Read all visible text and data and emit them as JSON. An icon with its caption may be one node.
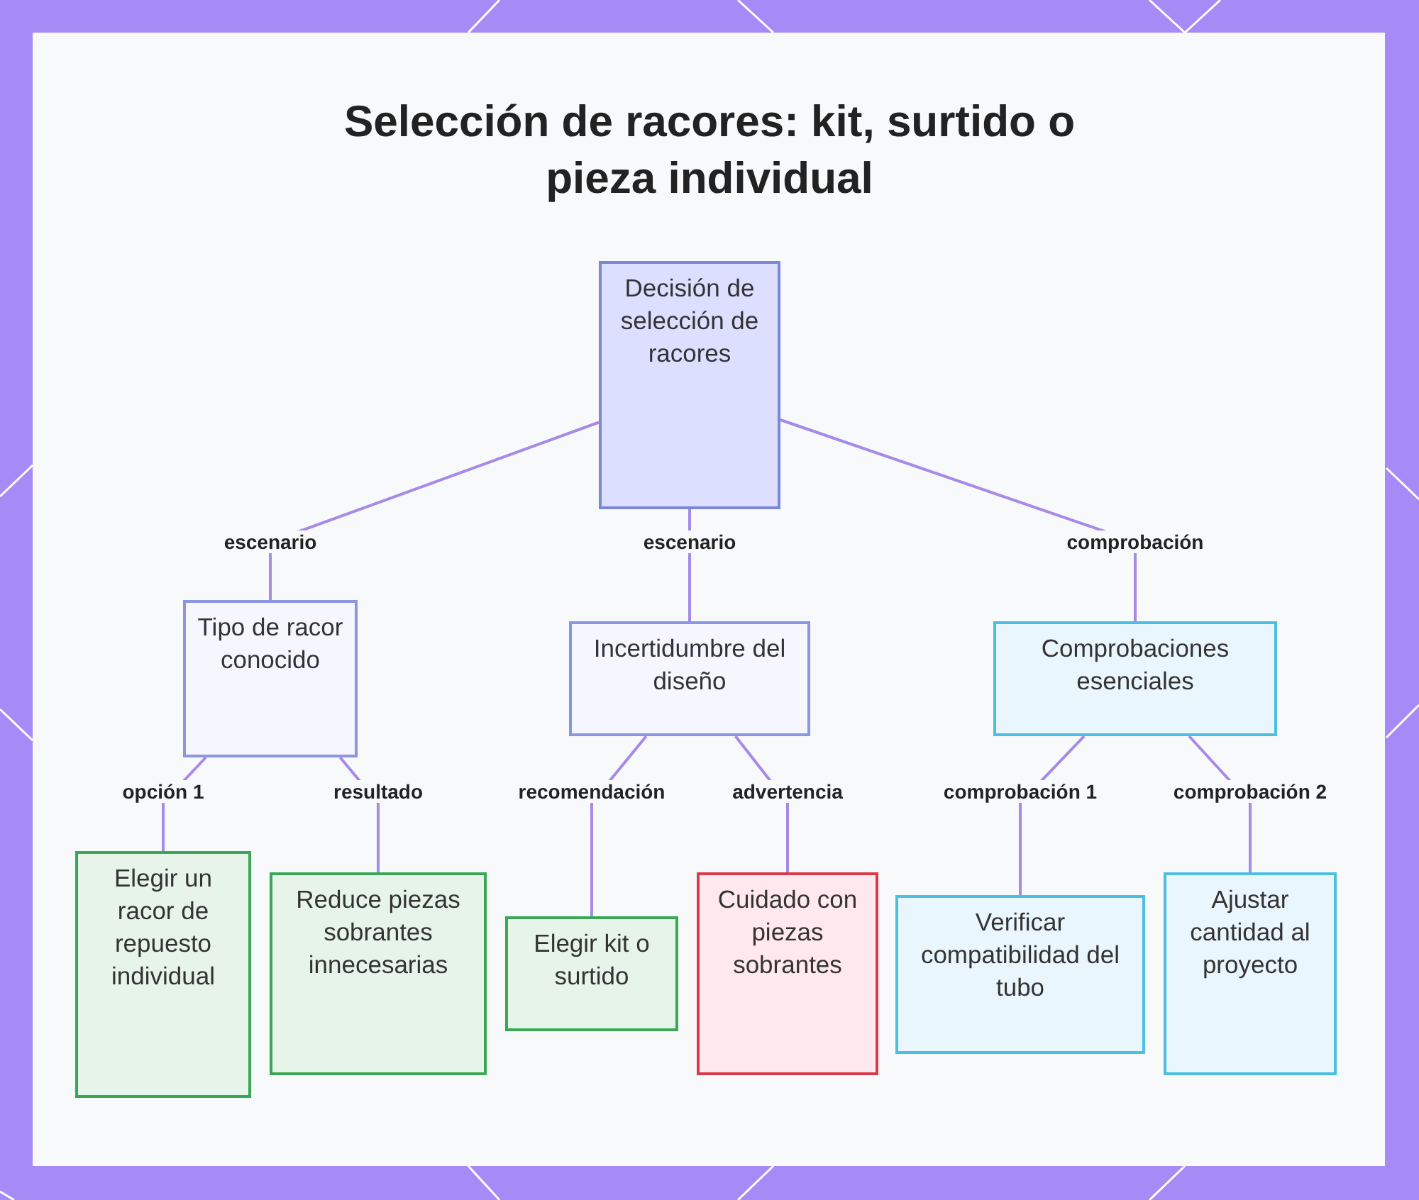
{
  "diagram": {
    "title": "Selección de racores: kit, surtido o pieza individual",
    "nodes": [
      {
        "text": [
          "Decisión de selección de racores"
        ]
      },
      {
        "text": [
          "Tipo de racor conocido"
        ]
      },
      {
        "text": [
          "Incertidumbre del diseño"
        ]
      },
      {
        "text": [
          "Comprobaciones esenciales"
        ]
      },
      {
        "text": [
          "Elegir un racor de repuesto individual"
        ]
      },
      {
        "text": [
          "Reduce piezas sobrantes innecesarias"
        ]
      },
      {
        "text": [
          "Elegir kit o surtido"
        ]
      },
      {
        "text": [
          "Cuidado con piezas sobrantes"
        ]
      },
      {
        "text": [
          "Verificar compatibilidad del tubo"
        ]
      },
      {
        "text": [
          "Ajustar cantidad al proyecto"
        ]
      }
    ],
    "edges": [
      {
        "from": 0,
        "to": 1,
        "arrow": "none",
        "label": "escenario"
      },
      {
        "from": 0,
        "to": 2,
        "arrow": "none",
        "label": "escenario"
      },
      {
        "from": 0,
        "to": 3,
        "arrow": "none",
        "label": "comprobación"
      },
      {
        "from": 1,
        "to": 4,
        "arrow": "none",
        "label": "opción 1"
      },
      {
        "from": 1,
        "to": 5,
        "arrow": "none",
        "label": "resultado"
      },
      {
        "from": 2,
        "to": 6,
        "arrow": "none",
        "label": "recomendación"
      },
      {
        "from": 2,
        "to": 7,
        "arrow": "none",
        "label": "advertencia"
      },
      {
        "from": 3,
        "to": 8,
        "arrow": "none",
        "label": "comprobación 1"
      },
      {
        "from": 3,
        "to": 9,
        "arrow": "none",
        "label": "comprobación 2"
      }
    ]
  }
}
